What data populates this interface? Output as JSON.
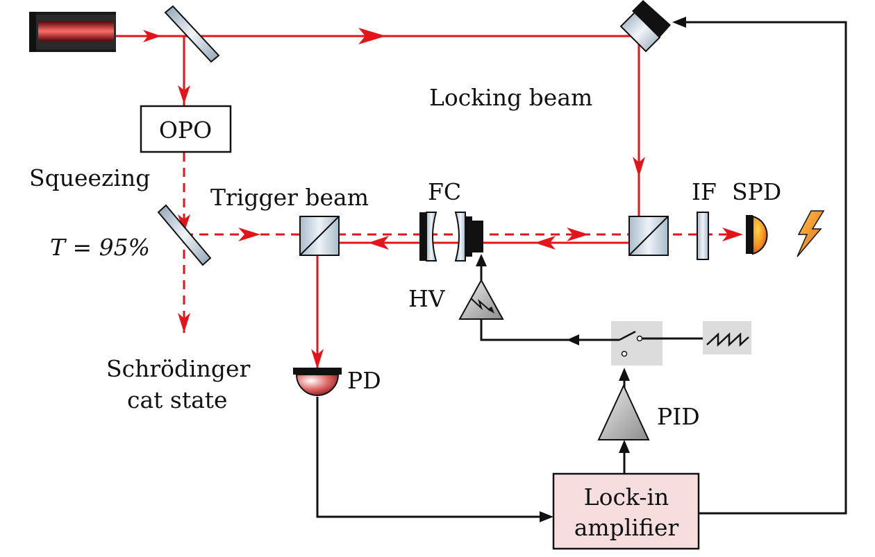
{
  "labels": {
    "opo": "OPO",
    "locking_beam": "Locking beam",
    "squeezing": "Squeezing",
    "trigger_beam": "Trigger beam",
    "fc": "FC",
    "if": "IF",
    "spd": "SPD",
    "transmission": "T = 95%",
    "hv": "HV",
    "cat_state_line1": "Schrödinger",
    "cat_state_line2": "cat state",
    "pd": "PD",
    "pid": "PID",
    "lockin_line1": "Lock-in",
    "lockin_line2": "amplifier"
  },
  "colors": {
    "beam": "#e3151a",
    "wire": "#111111",
    "lockin_fill": "#f7dede",
    "switch_bg": "#dcdcdc",
    "optic_fill": "#c8d6e2",
    "amp_fill": "#b0b0b0"
  },
  "icons": [
    "laser-icon",
    "mirror-icon",
    "piezo-mirror-icon",
    "beam-splitter-icon",
    "photodiode-icon",
    "amplifier-icon",
    "switch-icon",
    "ramp-generator-icon",
    "lightning-icon"
  ]
}
